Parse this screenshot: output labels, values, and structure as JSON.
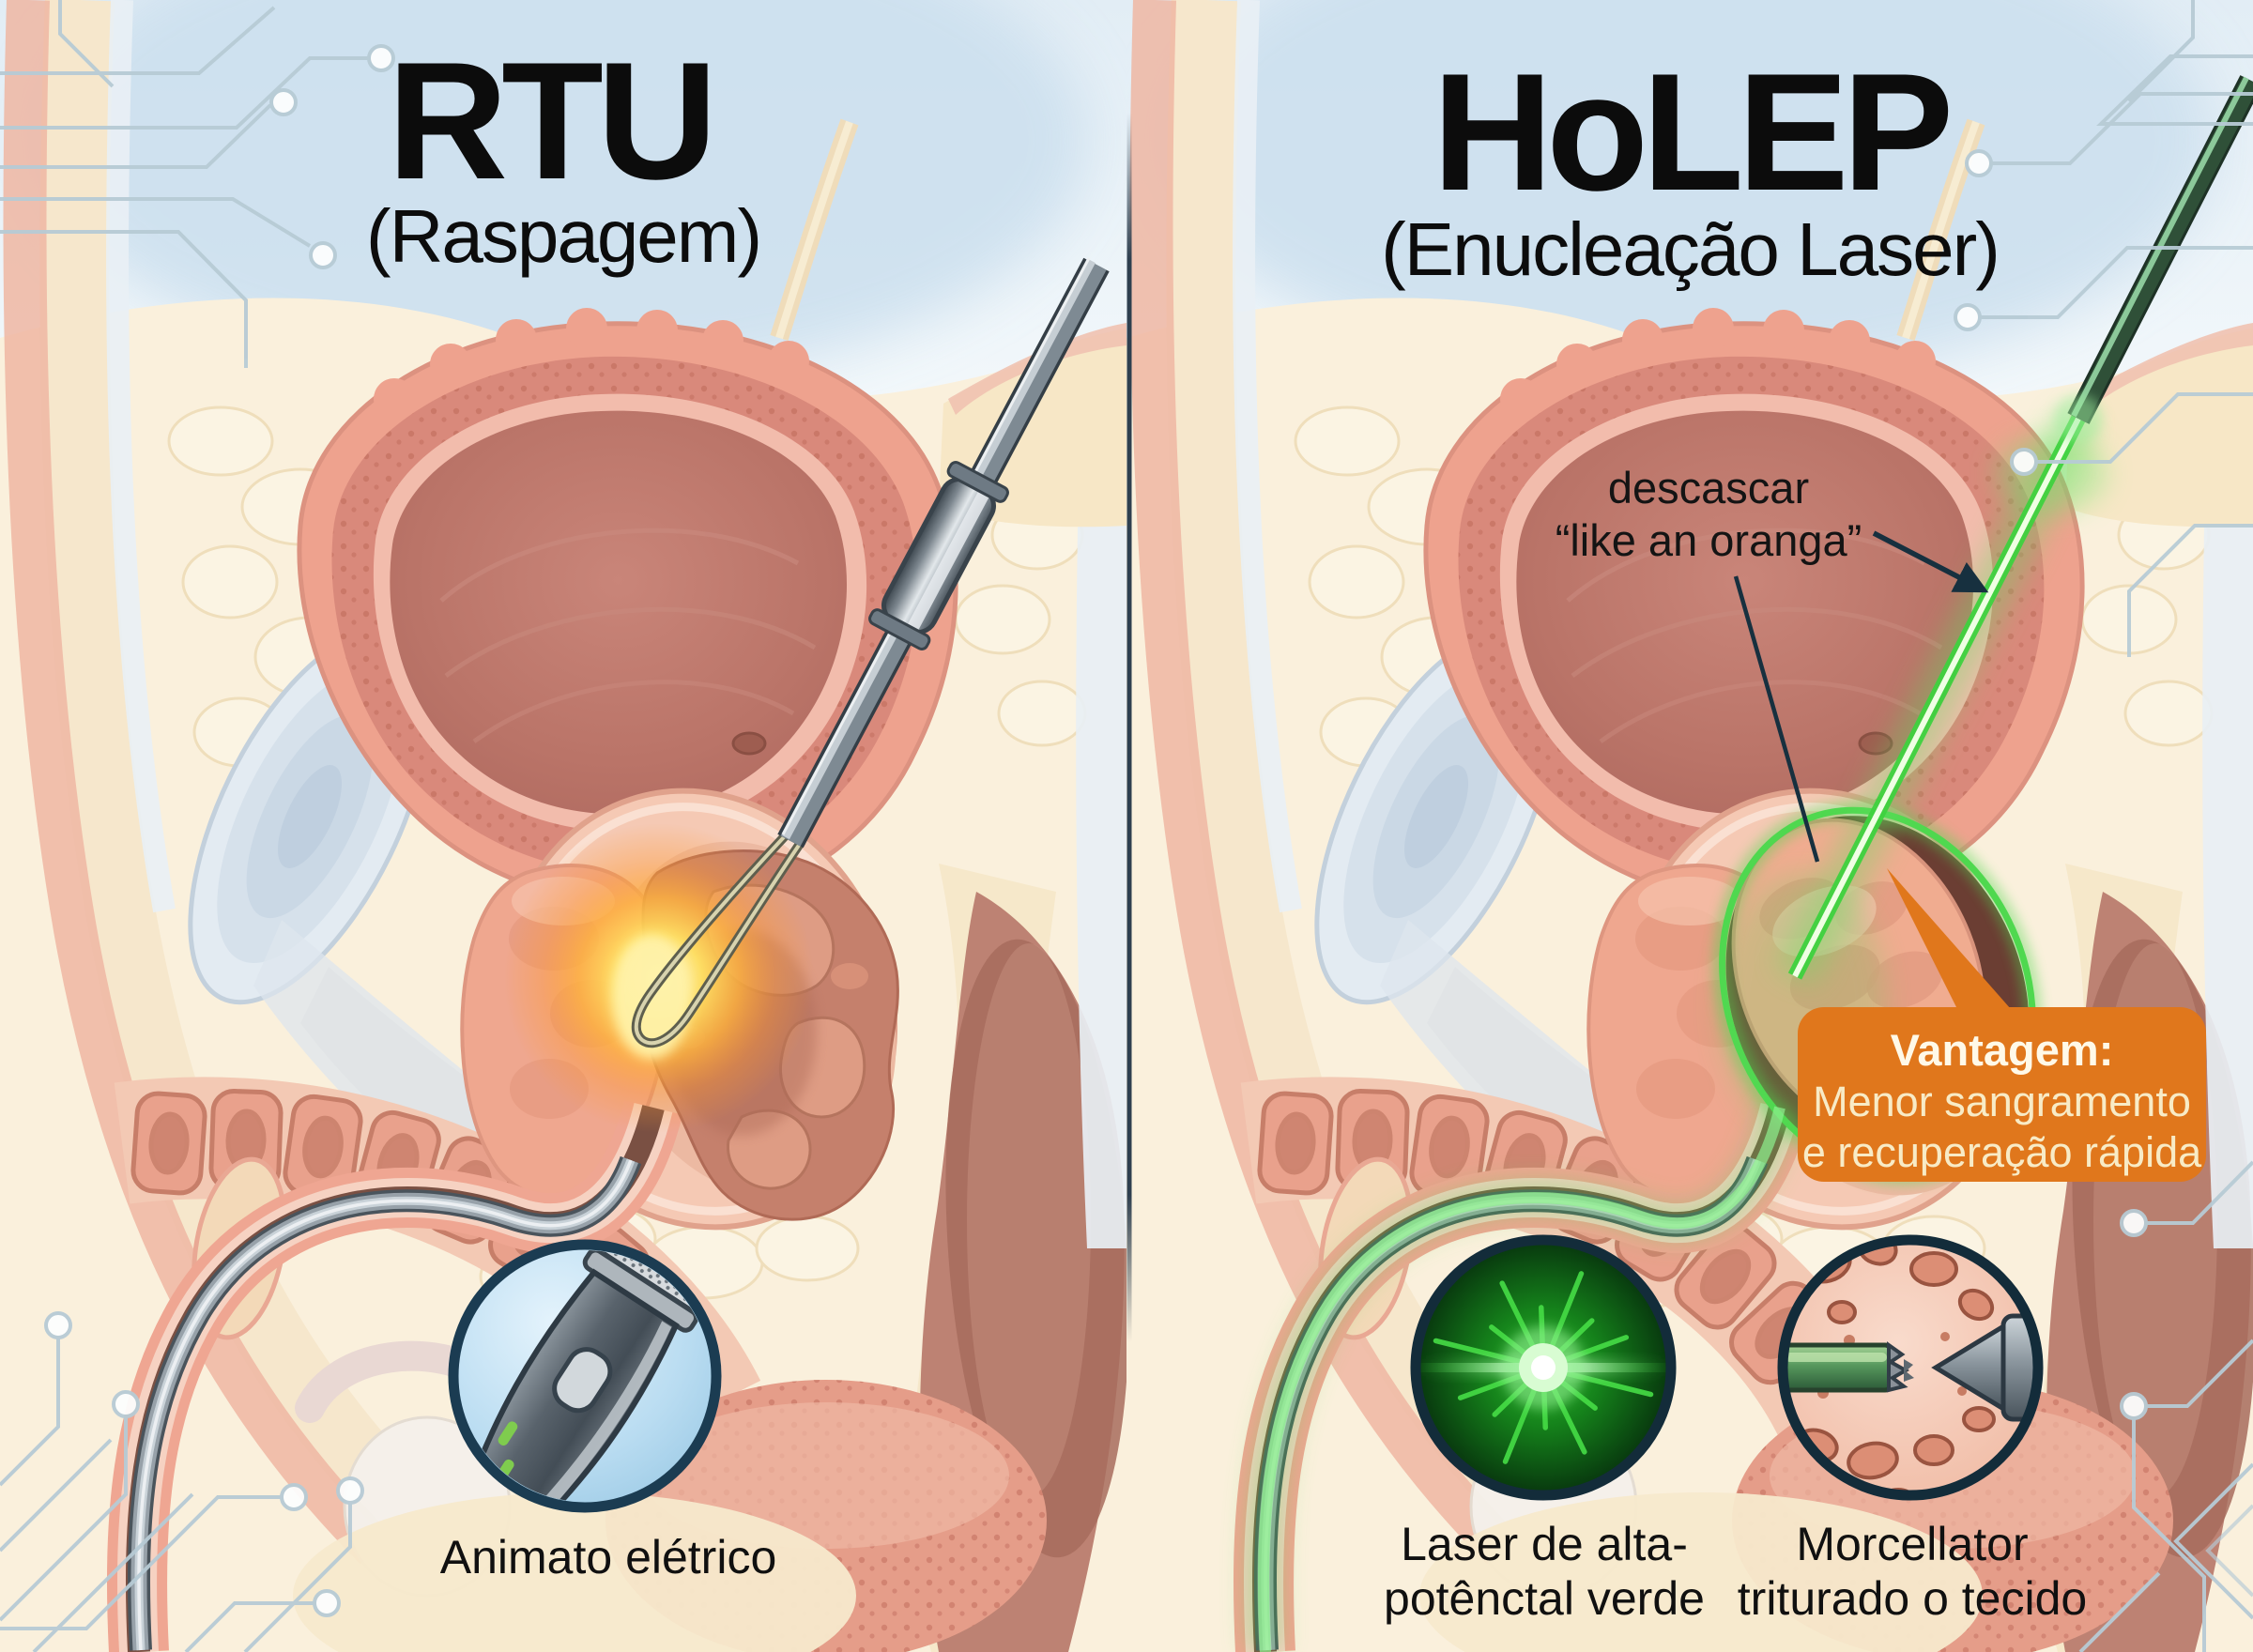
{
  "left_panel": {
    "title": "RTU",
    "subtitle": "(Raspagem)",
    "tool_caption": "Animato elétrico"
  },
  "right_panel": {
    "title": "HoLEP",
    "subtitle": "(Enucleação Laser)",
    "annotation": {
      "line1": "descascar",
      "line2": "“like an oranga”"
    },
    "callout": {
      "heading": "Vantagem:",
      "line1": "Menor sangramento",
      "line2": "e recuperação rápida"
    },
    "laser_caption": {
      "line1": "Laser de alta-",
      "line2": "potênctal verde"
    },
    "morcellator_caption": {
      "line1": "Morcellator",
      "line2": "triturado o tecido"
    }
  },
  "icons": {
    "left_tool": "electric-shaver-icon",
    "right_tool_1": "green-laser-starburst-icon",
    "right_tool_2": "morcellator-tip-icon"
  },
  "colors": {
    "callout_bg": "#E0771C",
    "laser_green": "#3FD23F",
    "cautery_glow_orange": "#FFB23C",
    "circuit_trace": "#B7CBD5",
    "divider": "#2E3F4F",
    "title_text": "#0C0C0C"
  }
}
